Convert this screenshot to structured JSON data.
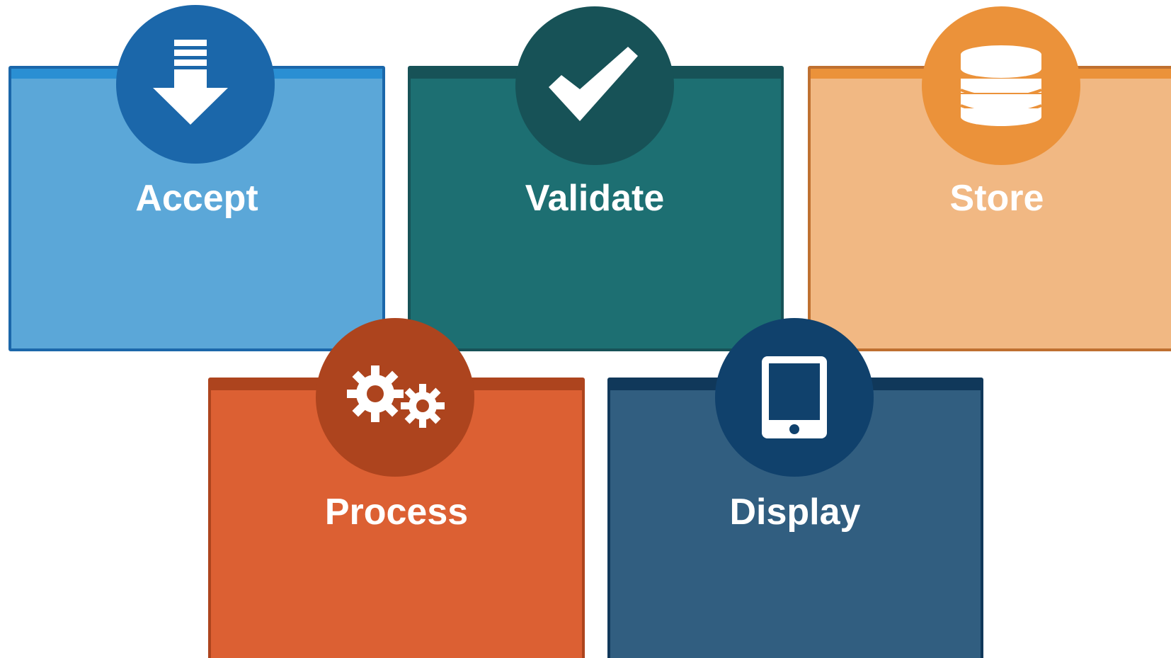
{
  "stages": [
    {
      "id": "accept",
      "label": "Accept",
      "icon": "download-arrow-icon",
      "colors": {
        "fill": "#5ba7d8",
        "border": "#1b67aa",
        "band": "#2a8fd3",
        "circle": "#1b67aa"
      }
    },
    {
      "id": "validate",
      "label": "Validate",
      "icon": "checkmark-icon",
      "colors": {
        "fill": "#1d6f72",
        "border": "#175257",
        "band": "#175257",
        "circle": "#175257"
      }
    },
    {
      "id": "store",
      "label": "Store",
      "icon": "database-icon",
      "colors": {
        "fill": "#f1b883",
        "border": "#bf7030",
        "band": "#eb923a",
        "circle": "#eb923a"
      }
    },
    {
      "id": "process",
      "label": "Process",
      "icon": "gears-icon",
      "colors": {
        "fill": "#dc6033",
        "border": "#ad441e",
        "band": "#ad441e",
        "circle": "#ad441e"
      }
    },
    {
      "id": "display",
      "label": "Display",
      "icon": "tablet-icon",
      "colors": {
        "fill": "#315e80",
        "border": "#10385a",
        "band": "#10385a",
        "circle": "#10416c"
      }
    }
  ]
}
